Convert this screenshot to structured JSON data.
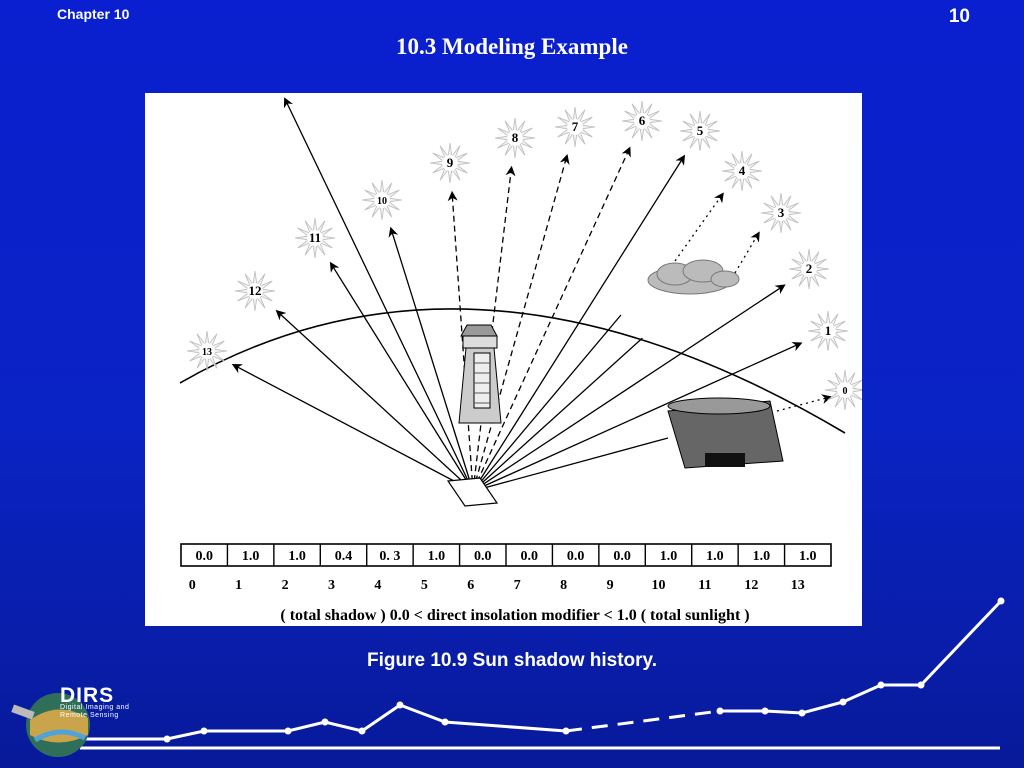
{
  "header": {
    "chapter": "Chapter 10",
    "page_number": "10",
    "title": "10.3 Modeling Example"
  },
  "figure": {
    "caption": "Figure 10.9 Sun shadow history.",
    "sun_positions": [
      "0",
      "1",
      "2",
      "3",
      "4",
      "5",
      "6",
      "7",
      "8",
      "9",
      "10",
      "11",
      "12",
      "13"
    ],
    "modifier_values": [
      "0.0",
      "1.0",
      "1.0",
      "0.4",
      "0. 3",
      "1.0",
      "0.0",
      "0.0",
      "0.0",
      "0.0",
      "1.0",
      "1.0",
      "1.0",
      "1.0"
    ],
    "index_labels": [
      "0",
      "1",
      "2",
      "3",
      "4",
      "5",
      "6",
      "7",
      "8",
      "9",
      "10",
      "11",
      "12",
      "13"
    ],
    "range_text": "( total shadow ) 0.0 < direct insolation modifier < 1.0 ( total sunlight )"
  },
  "logo": {
    "name": "DIRS",
    "subtitle_line1": "Digital Imaging and",
    "subtitle_line2": "Remote Sensing"
  },
  "colors": {
    "background_top": "#0a1fcf",
    "background_bottom": "#081a9a",
    "text": "#ffffff"
  }
}
